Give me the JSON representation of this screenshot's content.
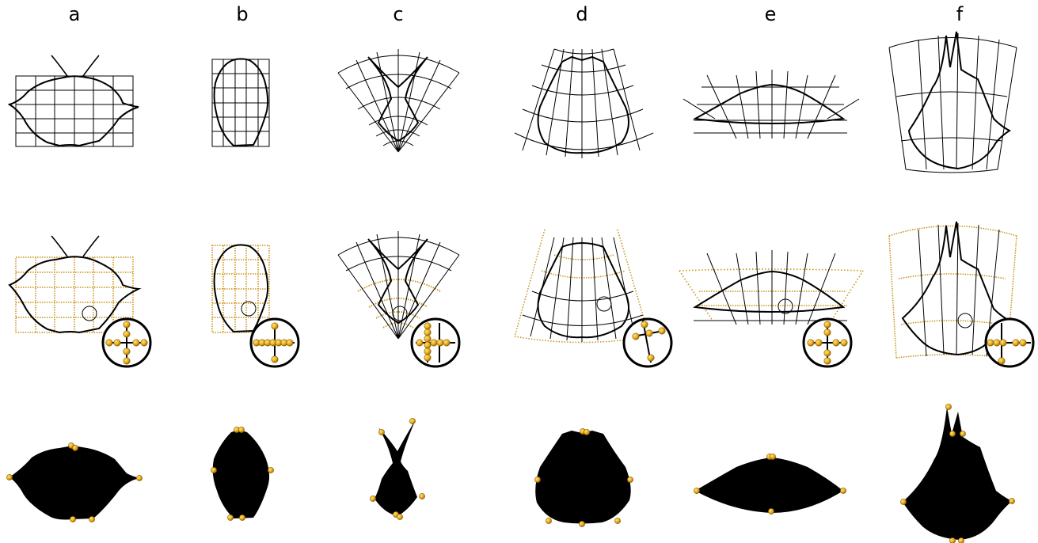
{
  "columns": [
    {
      "label": "a"
    },
    {
      "label": "b"
    },
    {
      "label": "c"
    },
    {
      "label": "d"
    },
    {
      "label": "e"
    },
    {
      "label": "f"
    }
  ],
  "colors": {
    "ink": "#000000",
    "landmark": "#e8b020",
    "landmark_dark": "#b57d00",
    "grid_dots": "#c99316"
  },
  "rows": [
    "original-grid-drawing",
    "digitized-grid-with-landmarks",
    "silhouette-with-landmarks"
  ]
}
